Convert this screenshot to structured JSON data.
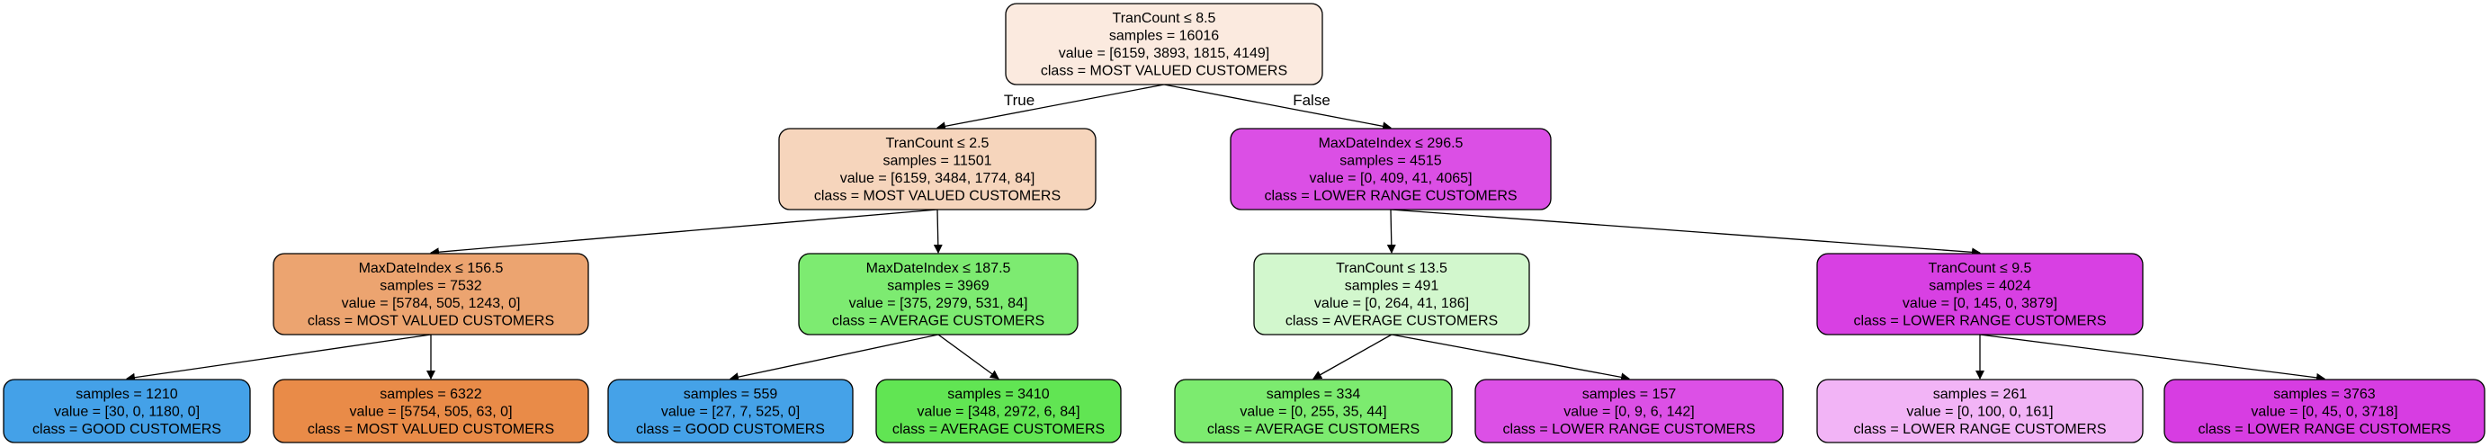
{
  "tree": {
    "edge_labels": {
      "true": "True",
      "false": "False"
    },
    "nodes": [
      {
        "id": "n0",
        "fill": "#fbeadf",
        "lines": [
          "TranCount ≤ 8.5",
          "samples = 16016",
          "value = [6159, 3893, 1815, 4149]",
          "class = MOST VALUED CUSTOMERS"
        ]
      },
      {
        "id": "n1",
        "fill": "#f6d5bc",
        "lines": [
          "TranCount ≤ 2.5",
          "samples = 11501",
          "value = [6159, 3484, 1774, 84]",
          "class = MOST VALUED CUSTOMERS"
        ]
      },
      {
        "id": "n2",
        "fill": "#db4fe5",
        "lines": [
          "MaxDateIndex ≤ 296.5",
          "samples = 4515",
          "value = [0, 409, 41, 4065]",
          "class = LOWER RANGE CUSTOMERS"
        ]
      },
      {
        "id": "n3",
        "fill": "#eca470",
        "lines": [
          "MaxDateIndex ≤ 156.5",
          "samples = 7532",
          "value = [5784, 505, 1243, 0]",
          "class = MOST VALUED CUSTOMERS"
        ]
      },
      {
        "id": "n4",
        "fill": "#7deb71",
        "lines": [
          "MaxDateIndex ≤ 187.5",
          "samples = 3969",
          "value = [375, 2979, 531, 84]",
          "class = AVERAGE CUSTOMERS"
        ]
      },
      {
        "id": "n5",
        "fill": "#d2f7cd",
        "lines": [
          "TranCount ≤ 13.5",
          "samples = 491",
          "value = [0, 264, 41, 186]",
          "class = AVERAGE CUSTOMERS"
        ]
      },
      {
        "id": "n6",
        "fill": "#d840e3",
        "lines": [
          "TranCount ≤ 9.5",
          "samples = 4024",
          "value = [0, 145, 0, 3879]",
          "class = LOWER RANGE CUSTOMERS"
        ]
      },
      {
        "id": "n7",
        "fill": "#44a1e8",
        "lines": [
          "samples = 1210",
          "value = [30, 0, 1180, 0]",
          "class = GOOD CUSTOMERS"
        ]
      },
      {
        "id": "n8",
        "fill": "#e98b48",
        "lines": [
          "samples = 6322",
          "value = [5754, 505, 63, 0]",
          "class = MOST VALUED CUSTOMERS"
        ]
      },
      {
        "id": "n9",
        "fill": "#45a2e8",
        "lines": [
          "samples = 559",
          "value = [27, 7, 525, 0]",
          "class = GOOD CUSTOMERS"
        ]
      },
      {
        "id": "n10",
        "fill": "#61e553",
        "lines": [
          "samples = 3410",
          "value = [348, 2972, 6, 84]",
          "class = AVERAGE CUSTOMERS"
        ]
      },
      {
        "id": "n11",
        "fill": "#7ceb6f",
        "lines": [
          "samples = 334",
          "value = [0, 255, 35, 44]",
          "class = AVERAGE CUSTOMERS"
        ]
      },
      {
        "id": "n12",
        "fill": "#dc50e6",
        "lines": [
          "samples = 157",
          "value = [0, 9, 6, 142]",
          "class = LOWER RANGE CUSTOMERS"
        ]
      },
      {
        "id": "n13",
        "fill": "#f2b4f6",
        "lines": [
          "samples = 261",
          "value = [0, 100, 0, 161]",
          "class = LOWER RANGE CUSTOMERS"
        ]
      },
      {
        "id": "n14",
        "fill": "#d73de2",
        "lines": [
          "samples = 3763",
          "value = [0, 45, 0, 3718]",
          "class = LOWER RANGE CUSTOMERS"
        ]
      }
    ]
  }
}
